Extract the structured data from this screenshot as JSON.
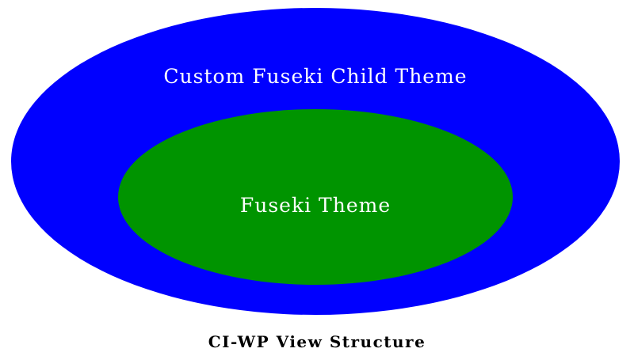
{
  "diagram": {
    "outer": {
      "label": "Custom Fuseki Child Theme",
      "color": "#0000ff"
    },
    "inner": {
      "label": "Fuseki Theme",
      "color": "#009400"
    },
    "caption": "CI-WP View Structure"
  }
}
